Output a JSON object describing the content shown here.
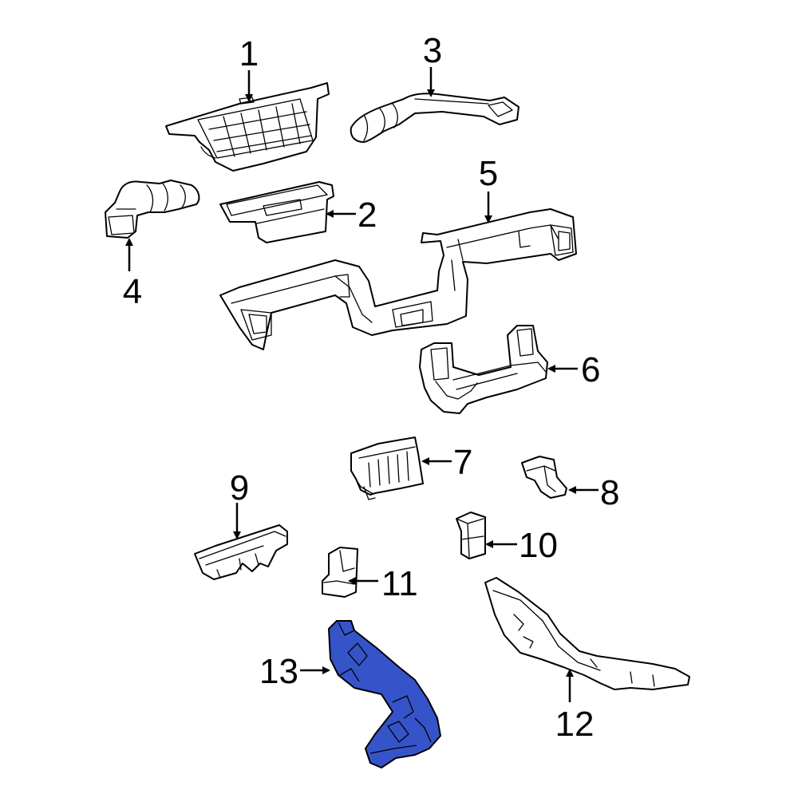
{
  "diagram": {
    "highlight_color": "#3554c9",
    "callouts": [
      {
        "id": "1",
        "label": "1"
      },
      {
        "id": "2",
        "label": "2"
      },
      {
        "id": "3",
        "label": "3"
      },
      {
        "id": "4",
        "label": "4"
      },
      {
        "id": "5",
        "label": "5"
      },
      {
        "id": "6",
        "label": "6"
      },
      {
        "id": "7",
        "label": "7"
      },
      {
        "id": "8",
        "label": "8"
      },
      {
        "id": "9",
        "label": "9"
      },
      {
        "id": "10",
        "label": "10"
      },
      {
        "id": "11",
        "label": "11"
      },
      {
        "id": "12",
        "label": "12"
      },
      {
        "id": "13",
        "label": "13"
      }
    ]
  }
}
